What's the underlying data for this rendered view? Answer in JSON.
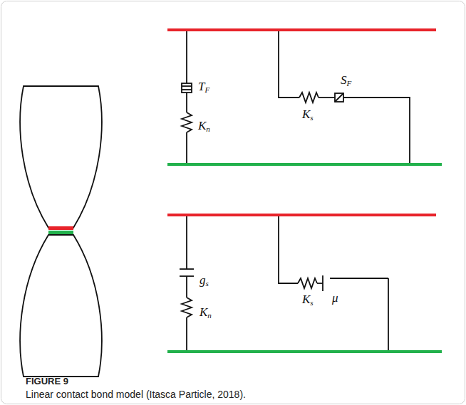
{
  "diagram": {
    "title": "FIGURE 9",
    "caption": "Linear contact bond model (Itasca Particle, 2018).",
    "labels": [
      "TF",
      "Kn",
      "Ks",
      "SF",
      "gs",
      "Kn",
      "Ks",
      "μ"
    ]
  }
}
